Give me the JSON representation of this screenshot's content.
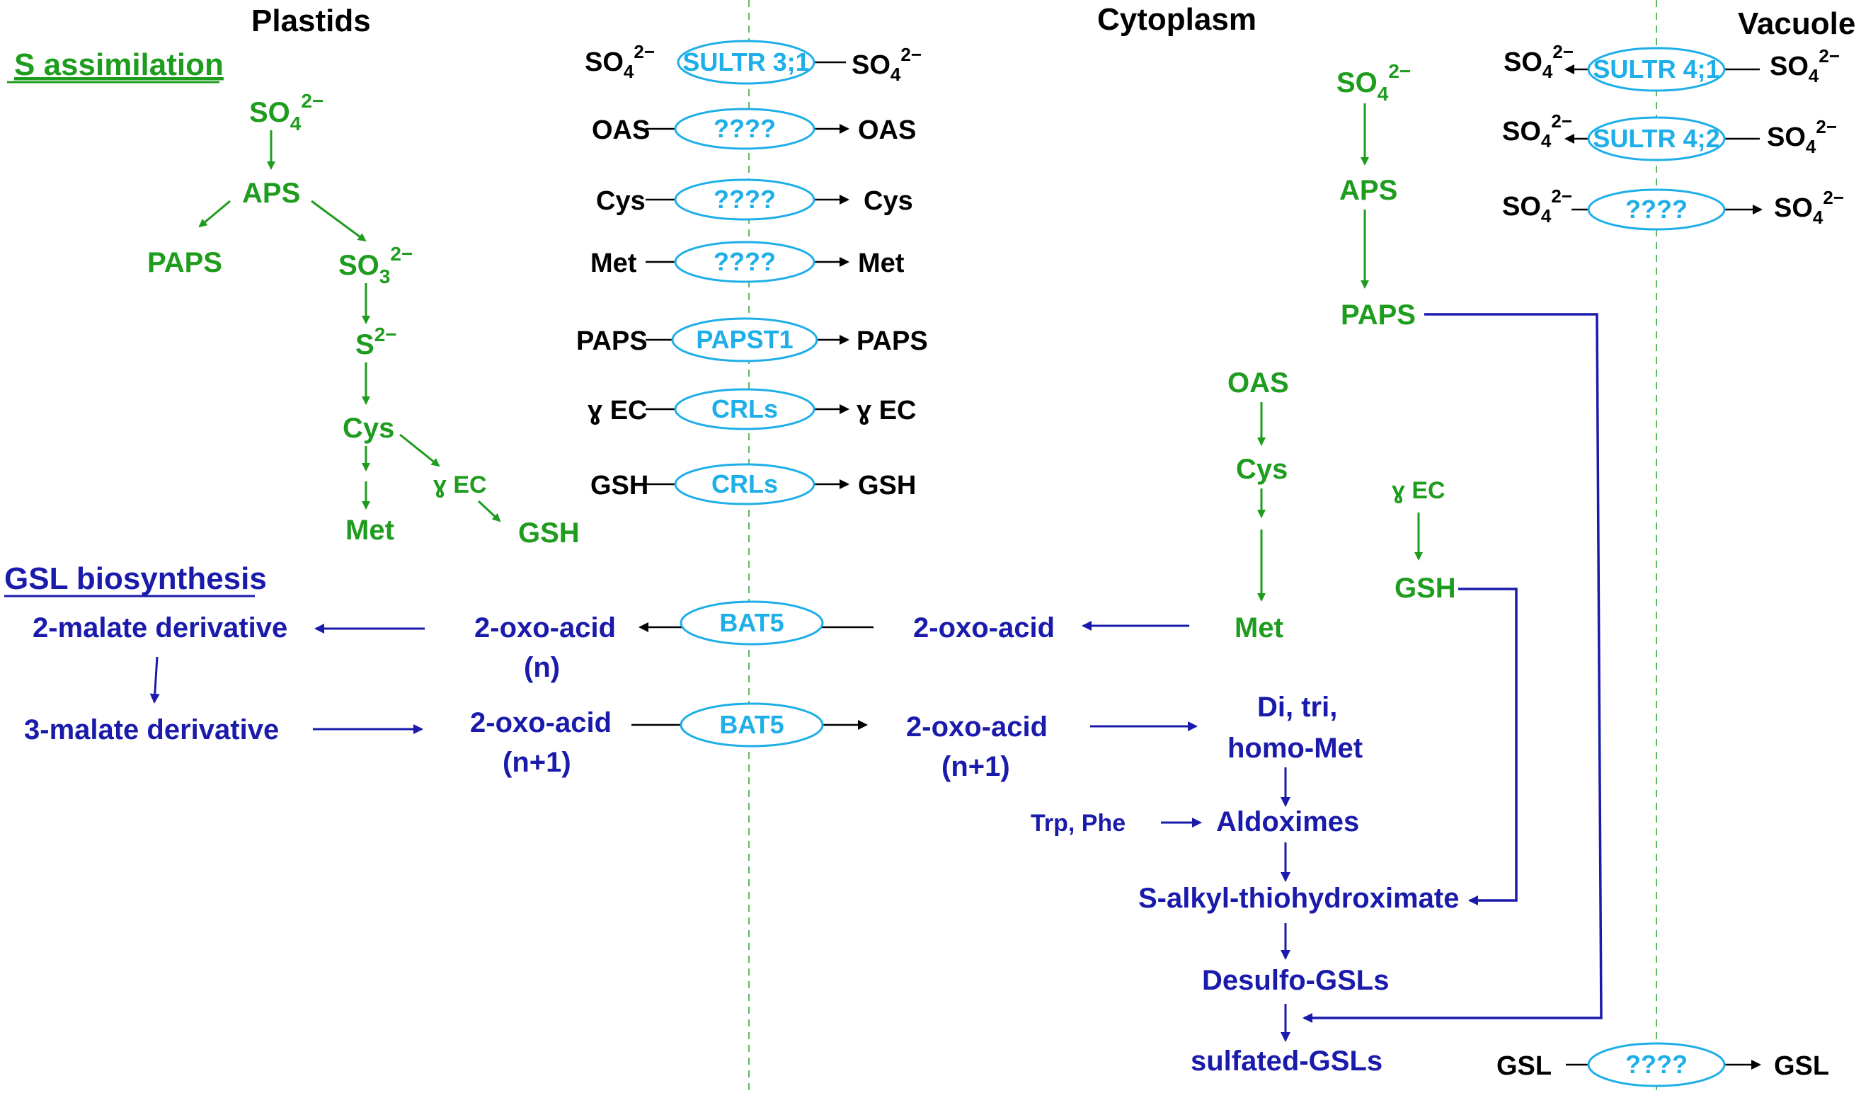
{
  "compartments": {
    "plastids": "Plastids",
    "cytoplasm": "Cytoplasm",
    "vacuole": "Vacuole"
  },
  "sections": {
    "s_assimilation": "S assimilation",
    "gsl_biosynthesis": "GSL biosynthesis"
  },
  "plastid_s_pathway": {
    "so4": "SO",
    "so4_sub": "4",
    "so4_sup": "2−",
    "aps": "APS",
    "paps": "PAPS",
    "so3": "SO",
    "so3_sub": "3",
    "so3_sup": "2−",
    "s2": "S",
    "s2_sup": "2−",
    "cys": "Cys",
    "gec": "ɣ EC",
    "met": "Met",
    "gsh": "GSH"
  },
  "plastid_transporters": [
    {
      "left": "SO",
      "left_sub": "4",
      "left_sup": "2−",
      "name": "SULTR 3;1",
      "right": "SO",
      "right_sub": "4",
      "right_sup": "2−"
    },
    {
      "left": "OAS",
      "name": "????",
      "right": "OAS"
    },
    {
      "left": "Cys",
      "name": "????",
      "right": "Cys"
    },
    {
      "left": "Met",
      "name": "????",
      "right": "Met"
    },
    {
      "left": "PAPS",
      "name": "PAPST1",
      "right": "PAPS"
    },
    {
      "left": "ɣ EC",
      "name": "CRLs",
      "right": "ɣ EC"
    },
    {
      "left": "GSH",
      "name": "CRLs",
      "right": "GSH"
    }
  ],
  "vacuole_transporters": [
    {
      "left": "SO",
      "left_sub": "4",
      "left_sup": "2−",
      "name": "SULTR 4;1",
      "right": "SO",
      "right_sub": "4",
      "right_sup": "2−"
    },
    {
      "left": "SO",
      "left_sub": "4",
      "left_sup": "2−",
      "name": "SULTR 4;2",
      "right": "SO",
      "right_sub": "4",
      "right_sup": "2−"
    },
    {
      "left": "SO",
      "left_sub": "4",
      "left_sup": "2−",
      "name": "????",
      "right": "SO",
      "right_sub": "4",
      "right_sup": "2−"
    },
    {
      "left": "GSL",
      "name": "????",
      "right": "GSL"
    }
  ],
  "cytoplasm_s_pathway": {
    "so4": "SO",
    "so4_sub": "4",
    "so4_sup": "2−",
    "aps": "APS",
    "paps": "PAPS",
    "oas": "OAS",
    "cys": "Cys",
    "met": "Met",
    "gec": "ɣ EC",
    "gsh": "GSH"
  },
  "gsl_plastid": {
    "malate2": "2-malate derivative",
    "malate3": "3-malate derivative",
    "oxo_n_line1": "2-oxo-acid",
    "oxo_n_line2": "(n)",
    "oxo_n1_line1": "2-oxo-acid",
    "oxo_n1_line2": "(n+1)"
  },
  "bat5": [
    "BAT5",
    "BAT5"
  ],
  "gsl_cytoplasm": {
    "oxo": "2-oxo-acid",
    "oxo_n1_line1": "2-oxo-acid",
    "oxo_n1_line2": "(n+1)",
    "dtm_line1": "Di, tri,",
    "dtm_line2": "homo-Met",
    "trp_phe": "Trp, Phe",
    "aldoximes": "Aldoximes",
    "sat": "S-alkyl-thiohydroximate",
    "desulfo": "Desulfo-GSLs",
    "sulfated": "sulfated-GSLs"
  },
  "colors": {
    "green": "#1e9c1e",
    "blue": "#1a1aab",
    "transporter": "#1eaee8",
    "black": "#000000",
    "membrane": "#5fb85f"
  }
}
